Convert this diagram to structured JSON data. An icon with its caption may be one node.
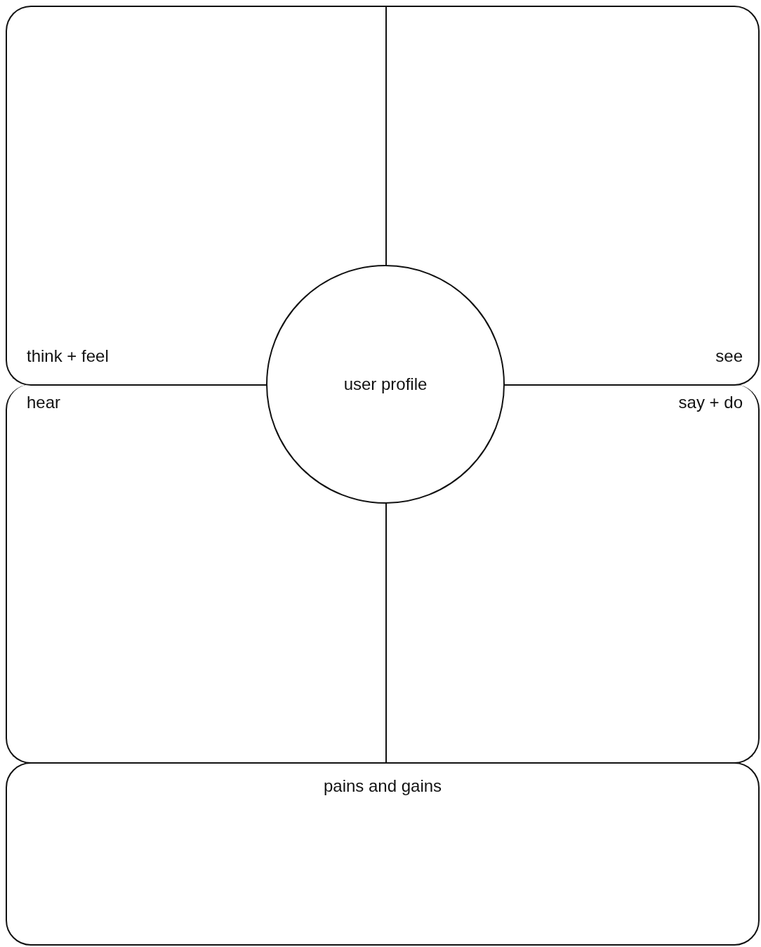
{
  "diagram": {
    "nodes": [
      {
        "text": [
          "think + feel"
        ]
      },
      {
        "text": [
          "see"
        ]
      },
      {
        "text": [
          "hear"
        ]
      },
      {
        "text": [
          "say + do"
        ]
      },
      {
        "text": [
          "user profile"
        ]
      },
      {
        "text": [
          "pains and gains"
        ]
      }
    ]
  }
}
